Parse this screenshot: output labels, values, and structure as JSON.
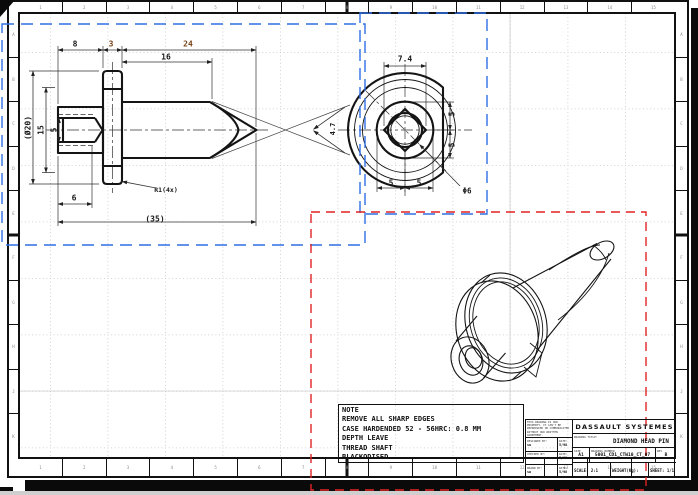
{
  "zones": {
    "columns": [
      "1",
      "2",
      "3",
      "4",
      "5",
      "6",
      "7",
      "8",
      "9",
      "10",
      "11",
      "12",
      "13",
      "14",
      "15"
    ],
    "rows": [
      "A",
      "B",
      "C",
      "D",
      "E",
      "F",
      "G",
      "H",
      "J",
      "K"
    ]
  },
  "colors": {
    "view_frame_blue": "#2f6fe4",
    "view_frame_red": "#e02424",
    "line_black": "#141414",
    "grid_gray": "#c4c4c4"
  },
  "views": {
    "front": {
      "dims": {
        "d8": "8",
        "d3": "3",
        "d24": "24",
        "d16": "16",
        "dia20": "(Ø20)",
        "d15": "15",
        "d5": "5",
        "d6": "6",
        "r1": "R1(4x)",
        "d35": "(35)",
        "d47": "4.7"
      }
    },
    "end": {
      "dims": {
        "d74": "7.4",
        "d5_right_top": "5",
        "d5_right_bot": "5",
        "d5_bot_left": "5",
        "d5_bot_right": "5",
        "dia6": "Φ6"
      }
    }
  },
  "note": {
    "lines": [
      "NOTE",
      "REMOVE ALL SHARP EDGES",
      "CASE HARDENDED 52 - 56HRC: 0.8 MM",
      "DEPTH LEAVE",
      "THREAD SHAFT",
      "BLACKODISED"
    ]
  },
  "title_block": {
    "company": "DASSAULT SYSTEMES",
    "proprietary": "THIS DRAWING IS OUR PROPERTY. IT CAN'T BE REPRODUCED OR COMMUNICATED WITHOUT OUR WRITTEN AGREEMENT.",
    "rows": [
      {
        "label": "DESIGNED BY:",
        "value": "sw",
        "date_label": "DATE:",
        "date": "5/98"
      },
      {
        "label": "CHECKED BY:",
        "value": "sw",
        "date_label": "DATE:",
        "date": "5/98"
      },
      {
        "label": "DRAWN BY:",
        "value": "sw",
        "date_label": "DATE:",
        "date": "5/98"
      }
    ],
    "drawing_title_label": "DRAWING TITLE:",
    "title": "DIAMOND HEAD PIN",
    "size_label": "SIZE",
    "size": "A1",
    "number_label": "DRAWING NUMBER",
    "number": "5001_CD1_CTW10_CT_07",
    "rev_label": "REV",
    "rev": "B",
    "scale": "SCALE: 2:1",
    "weight": "WEIGHT(Kg):",
    "sheet": "SHEET: 1/1"
  }
}
